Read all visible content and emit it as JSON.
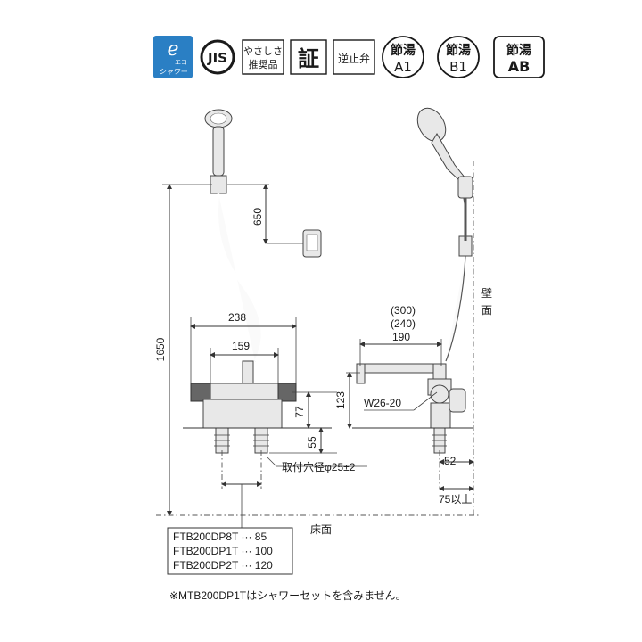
{
  "badges": {
    "eco_shower_top": "e",
    "eco_shower_mid": "エコ",
    "eco_shower_bottom": "シャワー",
    "jis": "JIS",
    "yasashisa_line1": "やさしさ",
    "yasashisa_line2": "推奨品",
    "certificate": "証",
    "check_valve": "逆止弁",
    "setsuyu": "節湯",
    "a1": "A1",
    "b1": "B1",
    "ab": "AB"
  },
  "dimensions": {
    "d650": "650",
    "d1650": "1650",
    "d238": "238",
    "d159": "159",
    "d77": "77",
    "d55": "55",
    "d123": "123",
    "d300": "(300)",
    "d240": "(240)",
    "d190": "190",
    "d52": "52",
    "d75": "75以上",
    "w26": "W26-20",
    "mount_hole": "取付穴径φ25±2",
    "wall": "壁",
    "wall2": "面",
    "floor": "床面"
  },
  "models": [
    {
      "name": "FTB200DP8T",
      "sep": "···",
      "value": "85"
    },
    {
      "name": "FTB200DP1T",
      "sep": "···",
      "value": "100"
    },
    {
      "name": "FTB200DP2T",
      "sep": "···",
      "value": "120"
    }
  ],
  "footnote": "※MTB200DP1Tはシャワーセットを含みません。"
}
